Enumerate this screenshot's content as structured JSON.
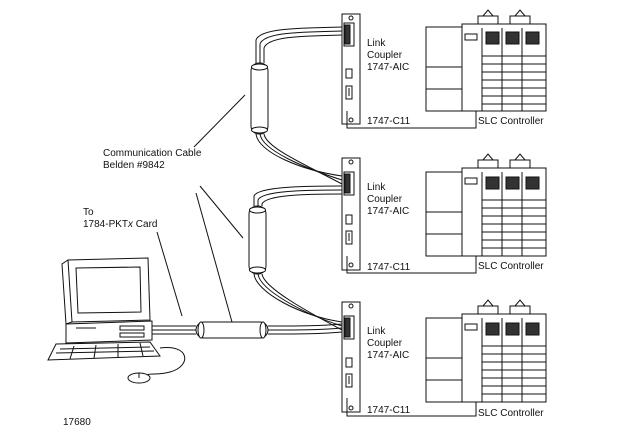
{
  "labels": {
    "cable_line1": "Communication Cable",
    "cable_line2": "Belden #9842",
    "to_line1": "To",
    "to_line2_prefix": "1784-PKT",
    "to_line2_italic": "x",
    "to_line2_suffix": " Card",
    "figure_number": "17680"
  },
  "nodes": [
    {
      "coupler_line1": "Link",
      "coupler_line2": "Coupler",
      "coupler_model": "1747-AIC",
      "cable_id": "1747-C11",
      "controller": "SLC Controller"
    },
    {
      "coupler_line1": "Link",
      "coupler_line2": "Coupler",
      "coupler_model": "1747-AIC",
      "cable_id": "1747-C11",
      "controller": "SLC Controller"
    },
    {
      "coupler_line1": "Link",
      "coupler_line2": "Coupler",
      "coupler_model": "1747-AIC",
      "cable_id": "1747-C11",
      "controller": "SLC Controller"
    }
  ],
  "colors": {
    "line": "#111111",
    "background": "#ffffff"
  }
}
